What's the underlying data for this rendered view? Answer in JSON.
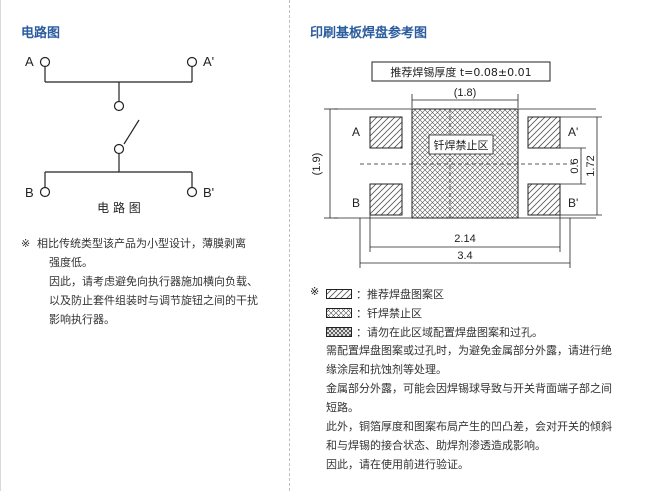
{
  "left": {
    "title": "电路图",
    "labels": {
      "a": "A",
      "a_prime": "A'",
      "b": "B",
      "b_prime": "B'",
      "caption": "电 路 图"
    },
    "note_mark": "※",
    "note": [
      "相比传统类型该产品为小型设计，薄膜剥离",
      "强度低。",
      "因此，请考虑避免向执行器施加横向负载、",
      "以及防止套件组装时与调节旋钮之间的干扰",
      "影响执行器。"
    ]
  },
  "right": {
    "title": "印刷基板焊盘参考图",
    "thickness_label": "推荐焊锡厚度 t=0.08±0.01",
    "dims": {
      "top": "(1.8)",
      "left": "(1.9)",
      "gap": "0.6",
      "height": "1.72",
      "inner": "2.14",
      "outer": "3.4"
    },
    "pad_labels": {
      "a": "A",
      "a_prime": "A'",
      "b": "B",
      "b_prime": "B'"
    },
    "forbidden_label": "钎焊禁止区",
    "legend_mark": "※",
    "legend": [
      "：推荐焊盘图案区",
      "：钎焊禁止区",
      "：请勿在此区域配置焊盘图案和过孔。"
    ],
    "notes": [
      "需配置焊盘图案或过孔时，为避免金属部分外露，请进行绝",
      "缘涂层和抗蚀剂等处理。",
      "金属部分外露，可能会因焊锡球导致与开关背面端子部之间",
      "短路。",
      "此外，铜箔厚度和图案布局产生的凹凸差，会对开关的倾斜",
      "和与焊锡的接合状态、助焊剂渗透造成影响。",
      "因此，请在使用前进行验证。"
    ]
  },
  "colors": {
    "title": "#2b5c9e",
    "line": "#222222",
    "border": "#d9d9d9"
  }
}
